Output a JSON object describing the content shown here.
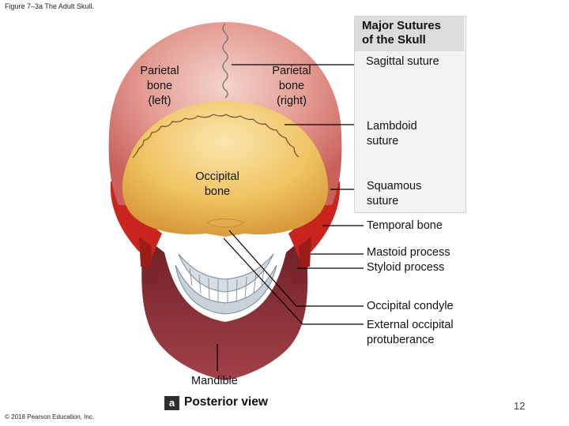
{
  "figure": {
    "caption": "Figure 7–3a The Adult Skull.",
    "copyright": "© 2018 Pearson Education, Inc.",
    "page_number": "12"
  },
  "panel": {
    "title_line1": "Major Sutures",
    "title_line2": "of the Skull"
  },
  "labels": {
    "parietal_left": [
      "Parietal",
      "bone",
      "(left)"
    ],
    "parietal_right": [
      "Parietal",
      "bone",
      "(right)"
    ],
    "sagittal": "Sagittal suture",
    "lambdoid": [
      "Lambdoid",
      "suture"
    ],
    "occipital_bone": [
      "Occipital",
      "bone"
    ],
    "squamous": [
      "Squamous",
      "suture"
    ],
    "temporal": "Temporal bone",
    "mastoid": "Mastoid process",
    "styloid": "Styloid process",
    "condyle": "Occipital condyle",
    "protuberance": [
      "External occipital",
      "protuberance"
    ],
    "mandible": "Mandible"
  },
  "view": {
    "badge": "a",
    "title": "Posterior view"
  },
  "colors": {
    "parietal": "#d97a73",
    "occipital": "#eec25a",
    "temporal": "#cc2a22",
    "mandible": "#8a2c32",
    "teeth": "#c9d2d8",
    "leader_line": "#000000"
  }
}
